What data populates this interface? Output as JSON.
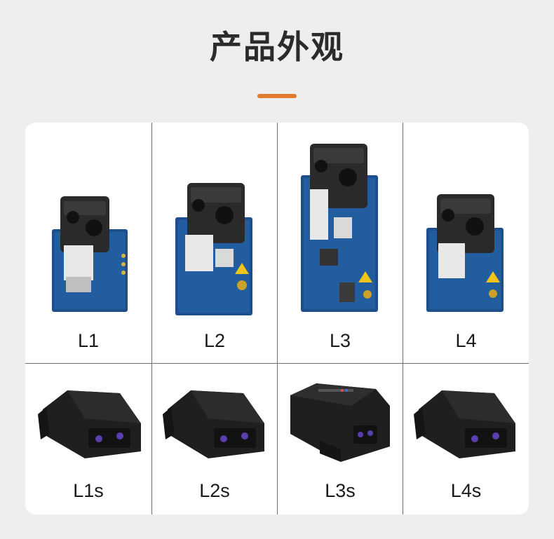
{
  "header": {
    "title": "产品外观",
    "accent_color": "#e07a2f"
  },
  "colors": {
    "pcb_blue": "#1c4f8c",
    "device_black": "#1f1f1f",
    "background": "#eeeeee"
  },
  "products": {
    "row1": [
      {
        "label": "L1",
        "type": "pcb-module"
      },
      {
        "label": "L2",
        "type": "pcb-module"
      },
      {
        "label": "L3",
        "type": "pcb-module"
      },
      {
        "label": "L4",
        "type": "pcb-module"
      }
    ],
    "row2": [
      {
        "label": "L1s",
        "type": "enclosed-sensor"
      },
      {
        "label": "L2s",
        "type": "enclosed-sensor"
      },
      {
        "label": "L3s",
        "type": "enclosed-sensor"
      },
      {
        "label": "L4s",
        "type": "enclosed-sensor"
      }
    ]
  }
}
